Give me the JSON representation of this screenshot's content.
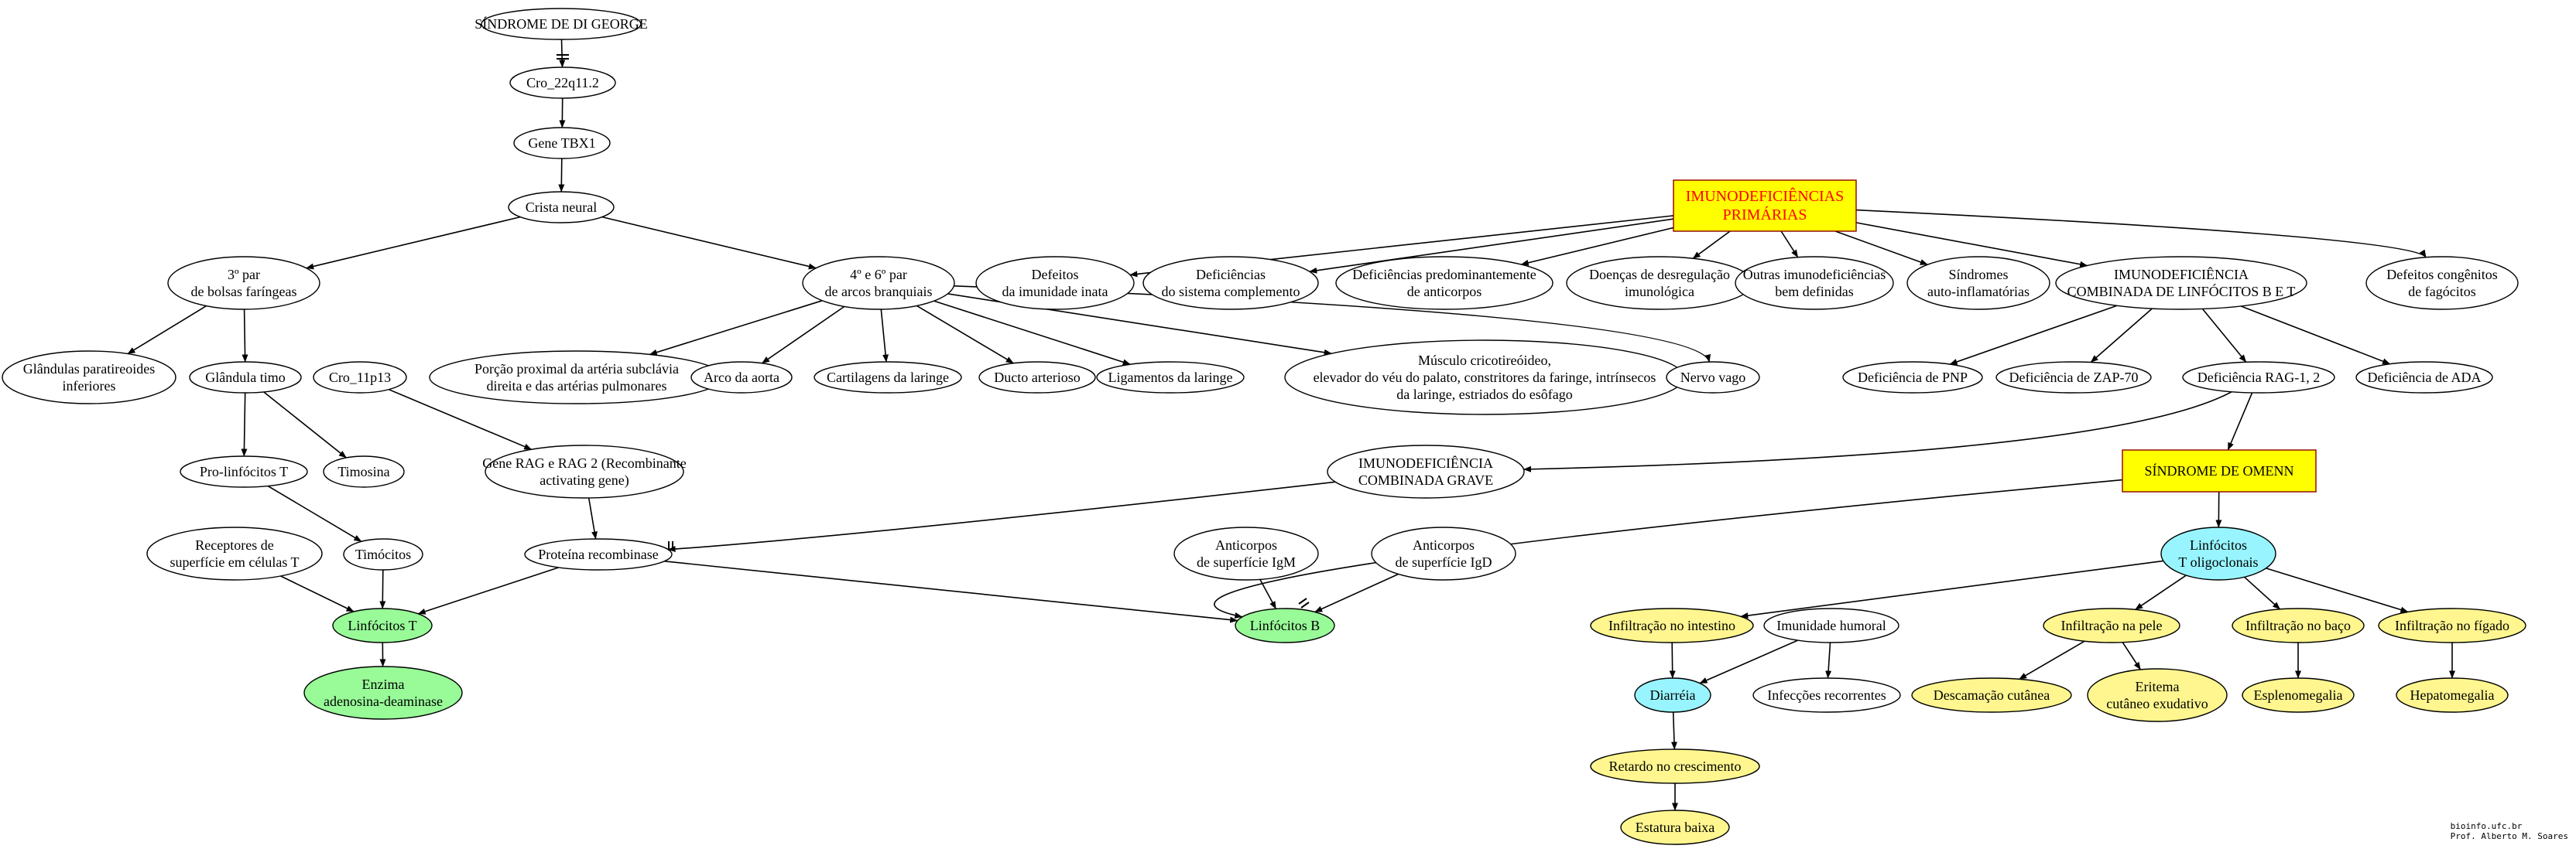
{
  "colors": {
    "white": "#ffffff",
    "yellow_box": "#ffff00",
    "pale_yellow": "#fff68f",
    "green": "#98fb98",
    "cyan": "#98f5ff",
    "box_border": "#8b0000",
    "red_text": "#ff0000"
  },
  "nodes": {
    "sindrome_di_george": {
      "lines": [
        "SÍNDROME DE DI GEORGE"
      ],
      "fill": "white"
    },
    "cro_22q": {
      "lines": [
        "Cro_22q11.2"
      ],
      "fill": "white"
    },
    "gene_tbx1": {
      "lines": [
        "Gene TBX1"
      ],
      "fill": "white"
    },
    "crista_neural": {
      "lines": [
        "Crista neural"
      ],
      "fill": "white"
    },
    "terceiro_par": {
      "lines": [
        "3º par",
        "de bolsas faríngeas"
      ],
      "fill": "white"
    },
    "quarto_sexto": {
      "lines": [
        "4º e 6º par",
        "de arcos branquiais"
      ],
      "fill": "white"
    },
    "glandulas_paratireoides": {
      "lines": [
        "Glândulas paratireoides",
        "inferiores"
      ],
      "fill": "white"
    },
    "glandula_timo": {
      "lines": [
        "Glândula timo"
      ],
      "fill": "white"
    },
    "cro_11p13": {
      "lines": [
        "Cro_11p13"
      ],
      "fill": "white"
    },
    "porcao_proximal": {
      "lines": [
        "Porção proximal da artéria subclávia",
        "direita e das artérias pulmonares"
      ],
      "fill": "white"
    },
    "arco_aorta": {
      "lines": [
        "Arco da aorta"
      ],
      "fill": "white"
    },
    "cartilagens": {
      "lines": [
        "Cartilagens da laringe"
      ],
      "fill": "white"
    },
    "ducto": {
      "lines": [
        "Ducto arterioso"
      ],
      "fill": "white"
    },
    "ligamentos": {
      "lines": [
        "Ligamentos da laringe"
      ],
      "fill": "white"
    },
    "musculo": {
      "lines": [
        "Músculo cricotireóideo,",
        "elevador do véu do palato, constritores da faringe, intrínsecos",
        "da laringe, estriados do esôfago"
      ],
      "fill": "white"
    },
    "nervo_vago": {
      "lines": [
        "Nervo vago"
      ],
      "fill": "white"
    },
    "pro_linfocitos": {
      "lines": [
        "Pro-linfócitos T"
      ],
      "fill": "white"
    },
    "timosina": {
      "lines": [
        "Timosina"
      ],
      "fill": "white"
    },
    "gene_rag": {
      "lines": [
        "Gene RAG e RAG 2 (Recombinante",
        "activating gene)"
      ],
      "fill": "white"
    },
    "receptores": {
      "lines": [
        "Receptores de",
        "superfície em células T"
      ],
      "fill": "white"
    },
    "timocitos": {
      "lines": [
        "Timócitos"
      ],
      "fill": "white"
    },
    "proteina": {
      "lines": [
        "Proteína recombinase"
      ],
      "fill": "white"
    },
    "linfocitos_t": {
      "lines": [
        "Linfócitos T"
      ],
      "fill": "green"
    },
    "enzima": {
      "lines": [
        "Enzima",
        "adenosina-deaminase"
      ],
      "fill": "green"
    },
    "anticorpos_igm": {
      "lines": [
        "Anticorpos",
        "de superfície IgM"
      ],
      "fill": "white"
    },
    "anticorpos_igd": {
      "lines": [
        "Anticorpos",
        "de superfície IgD"
      ],
      "fill": "white"
    },
    "linfocitos_b": {
      "lines": [
        "Linfócitos B"
      ],
      "fill": "green"
    },
    "imunodeficiencias_primarias": {
      "lines": [
        "IMUNODEFICIÊNCIAS",
        "PRIMÁRIAS"
      ],
      "fill": "yellow_box"
    },
    "defeitos_imunidade": {
      "lines": [
        "Defeitos",
        "da imunidade inata"
      ],
      "fill": "white"
    },
    "deficiencias_complemento": {
      "lines": [
        "Deficiências",
        "do sistema complemento"
      ],
      "fill": "white"
    },
    "deficiencias_anticorpos": {
      "lines": [
        "Deficiências predominantemente",
        "de anticorpos"
      ],
      "fill": "white"
    },
    "doencas_desregulacao": {
      "lines": [
        "Doenças de desregulação",
        "imunológica"
      ],
      "fill": "white"
    },
    "outras": {
      "lines": [
        "Outras imunodeficiências",
        "bem definidas"
      ],
      "fill": "white"
    },
    "sindromes_auto": {
      "lines": [
        "Síndromes",
        "auto-inflamatórias"
      ],
      "fill": "white"
    },
    "imuno_combinada": {
      "lines": [
        "IMUNODEFICIÊNCIA",
        "COMBINADA DE LINFÓCITOS B E T"
      ],
      "fill": "white"
    },
    "defeitos_fagocitos": {
      "lines": [
        "Defeitos congênitos",
        "de fagócitos"
      ],
      "fill": "white"
    },
    "def_pnp": {
      "lines": [
        "Deficiência de PNP"
      ],
      "fill": "white"
    },
    "def_zap": {
      "lines": [
        "Deficiência de ZAP-70"
      ],
      "fill": "white"
    },
    "def_rag": {
      "lines": [
        "Deficiência RAG-1, 2"
      ],
      "fill": "white"
    },
    "def_ada": {
      "lines": [
        "Deficiência de ADA"
      ],
      "fill": "white"
    },
    "imuno_grave": {
      "lines": [
        "IMUNODEFICIÊNCIA",
        "COMBINADA GRAVE"
      ],
      "fill": "white"
    },
    "sindrome_omenn": {
      "lines": [
        "SÍNDROME DE OMENN"
      ],
      "fill": "yellow_box"
    },
    "linfocitos_oligo": {
      "lines": [
        "Linfócitos",
        "T oligoclonais"
      ],
      "fill": "cyan"
    },
    "infiltracao_intestino": {
      "lines": [
        "Infiltração no intestino"
      ],
      "fill": "pale_yellow"
    },
    "imunidade_humoral": {
      "lines": [
        "Imunidade humoral"
      ],
      "fill": "white"
    },
    "infiltracao_pele": {
      "lines": [
        "Infiltração na pele"
      ],
      "fill": "pale_yellow"
    },
    "infiltracao_baco": {
      "lines": [
        "Infiltração no baço"
      ],
      "fill": "pale_yellow"
    },
    "infiltracao_figado": {
      "lines": [
        "Infiltração no fígado"
      ],
      "fill": "pale_yellow"
    },
    "diarreia": {
      "lines": [
        "Diarréia"
      ],
      "fill": "cyan"
    },
    "infeccoes": {
      "lines": [
        "Infecções recorrentes"
      ],
      "fill": "white"
    },
    "descamacao": {
      "lines": [
        "Descamação cutânea"
      ],
      "fill": "pale_yellow"
    },
    "eritema": {
      "lines": [
        "Eritema",
        "cutâneo exudativo"
      ],
      "fill": "pale_yellow"
    },
    "esplenomegalia": {
      "lines": [
        "Esplenomegalia"
      ],
      "fill": "pale_yellow"
    },
    "hepatomegalia": {
      "lines": [
        "Hepatomegalia"
      ],
      "fill": "pale_yellow"
    },
    "retardo": {
      "lines": [
        "Retardo no crescimento"
      ],
      "fill": "pale_yellow"
    },
    "estatura": {
      "lines": [
        "Estatura baixa"
      ],
      "fill": "pale_yellow"
    }
  },
  "credit": {
    "line1": "bioinfo.ufc.br",
    "line2": "Prof. Alberto M. Soares"
  }
}
